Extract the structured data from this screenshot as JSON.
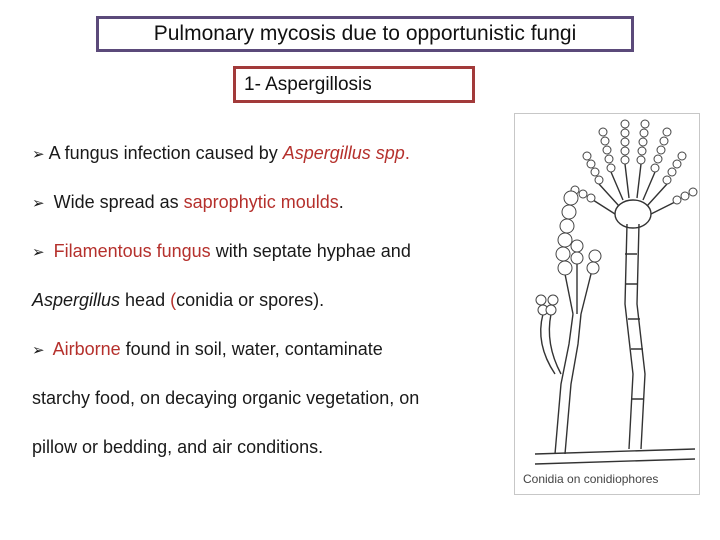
{
  "slide": {
    "title": "Pulmonary mycosis due to opportunistic fungi",
    "subtitle": "1- Aspergillosis"
  },
  "bullets": {
    "b1": {
      "p1": "A fungus infection caused by ",
      "p2": "Aspergillus spp",
      "p3": "."
    },
    "b2": {
      "p1": "Wide spread as ",
      "p2": "saprophytic moulds",
      "p3": "."
    },
    "b3a": {
      "p1": "Filamentous fungus",
      "p2": " with septate hyphae and"
    },
    "b3b": {
      "p1": "Aspergillus",
      "p2": " head ",
      "p3": "(",
      "p4": "conidia or spores)."
    },
    "b4a": {
      "p1": "Airborne",
      "p2": " found in soil, water, contaminate"
    },
    "b4b": "starchy food, on decaying organic vegetation, on",
    "b4c": "pillow or bedding, and air conditions."
  },
  "figure": {
    "caption": "Conidia on conidiophores"
  },
  "icons": {
    "bullet": "arrow-bullet-icon"
  },
  "colors": {
    "accent_red": "#b5302c",
    "title_border": "#5b4a7a",
    "subtitle_border": "#a23a3a"
  }
}
